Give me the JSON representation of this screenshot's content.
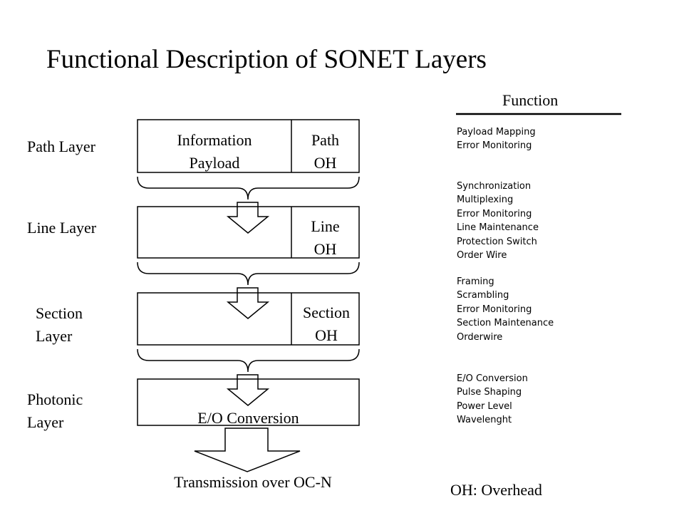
{
  "title": "Functional Description of SONET Layers",
  "layers": {
    "path": "Path Layer",
    "line": "Line Layer",
    "section": [
      "Section",
      "Layer"
    ],
    "photonic": [
      "Photonic",
      "Layer"
    ]
  },
  "boxes": {
    "path": {
      "payload": [
        "Information",
        "Payload"
      ],
      "oh": [
        "Path",
        "OH"
      ]
    },
    "line": {
      "oh": [
        "Line",
        "OH"
      ]
    },
    "section": {
      "oh": [
        "Section",
        "OH"
      ]
    },
    "photonic": {
      "label": "E/O Conversion"
    }
  },
  "transmission": "Transmission over OC-N",
  "function_header": "Function",
  "functions": {
    "path": [
      "Payload Mapping",
      "Error Monitoring"
    ],
    "line": [
      "Synchronization",
      "Multiplexing",
      "Error Monitoring",
      "Line Maintenance",
      "Protection Switch",
      "Order Wire"
    ],
    "section": [
      "Framing",
      "Scrambling",
      "Error Monitoring",
      "Section Maintenance",
      "Orderwire"
    ],
    "photonic": [
      "E/O Conversion",
      "Pulse Shaping",
      "Power Level",
      "Wavelenght"
    ]
  },
  "footnote": "OH: Overhead"
}
